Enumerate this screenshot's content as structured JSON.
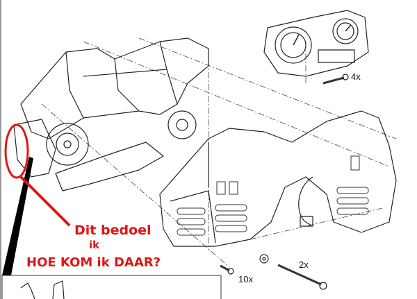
{
  "labels": {
    "dashboard_bolts": "4x",
    "long_bolts": "2x",
    "screws": "10x"
  },
  "annotation": {
    "line1": "Dit bedoel",
    "line2": "ik",
    "line3": "HOE KOM ik DAAR?",
    "color": "#e01515"
  }
}
